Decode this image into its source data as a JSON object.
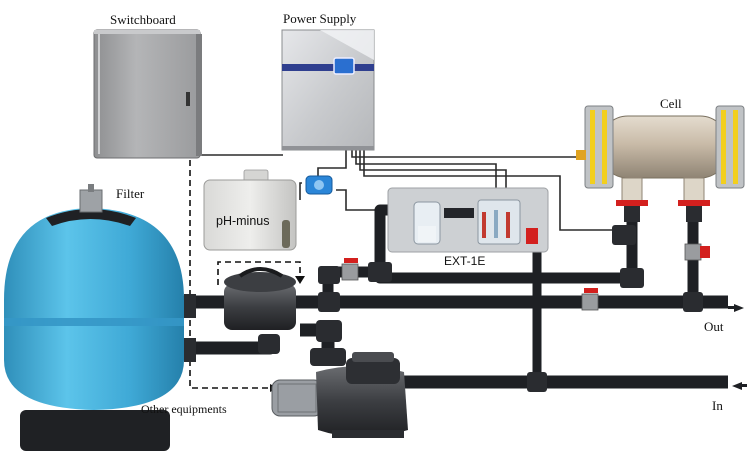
{
  "labels": {
    "switchboard": "Switchboard",
    "power_supply": "Power Supply",
    "cell": "Cell",
    "filter": "Filter",
    "ph_minus": "pH-minus",
    "ext": "EXT-1E",
    "out": "Out",
    "in": "In",
    "other_equipments": "Other equipments"
  },
  "colors": {
    "pipe": "#1e2024",
    "cable": "#2b2b2b",
    "filter_tank": "#48b3dc",
    "cell_body": "#c9bba8",
    "flange_accent": "#f2cf1e",
    "valve_handle": "#d3201e",
    "cabinet": "#a9aaab"
  },
  "icons": {
    "out_arrow": "arrow-right-icon",
    "in_arrow": "arrow-left-icon",
    "dashed_link_arrow": "arrow-down-icon"
  }
}
